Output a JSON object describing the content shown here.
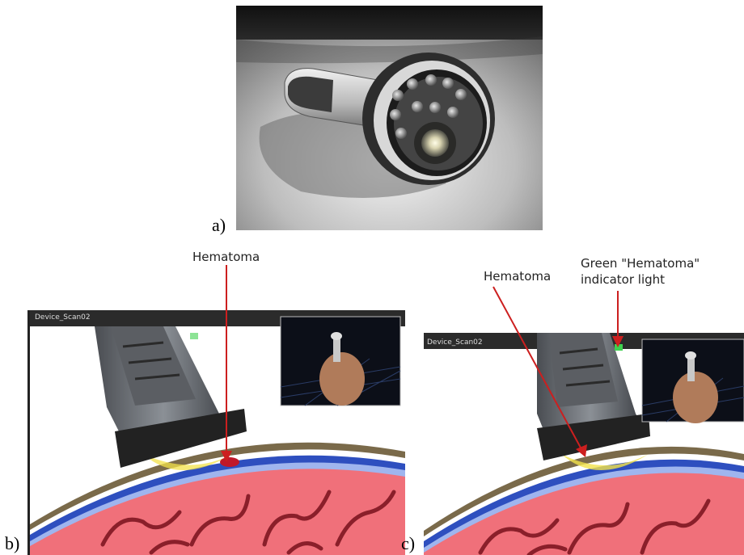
{
  "panels": {
    "a": {
      "label": "a)"
    },
    "b": {
      "label": "b)",
      "window_title": "Device_Scan02",
      "callout": "Hematoma"
    },
    "c": {
      "label": "c)",
      "window_title": "Device_Scan02",
      "callout_hematoma": "Hematoma",
      "callout_indicator_line1": "Green \"Hematoma\"",
      "callout_indicator_line2": "indicator light"
    }
  },
  "colors": {
    "arrow": "#cc1f1f",
    "brain": "#f0707a",
    "skull": "#2e4fbf",
    "beam": "#f3e24a",
    "hematoma": "#c0182a",
    "indicator": "#3fd14f"
  }
}
